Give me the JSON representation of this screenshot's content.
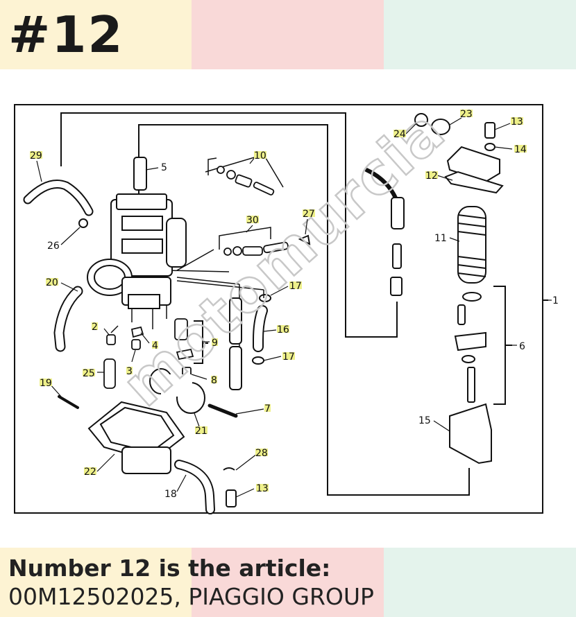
{
  "header": {
    "number": "#12"
  },
  "caption": {
    "line1": "Number 12 is the article:",
    "line2": "00M12502025, PIAGGIO GROUP"
  },
  "watermark": "motomurcia",
  "colors": {
    "yellow": "#fdf3d3",
    "pink": "#f9d9d8",
    "mint": "#e4f3ec",
    "label_highlight": "#eef08a"
  },
  "diagram": {
    "labels": [
      "1",
      "2",
      "3",
      "4",
      "5",
      "6",
      "7",
      "8",
      "9",
      "10",
      "11",
      "12",
      "13",
      "13",
      "14",
      "15",
      "16",
      "17",
      "17",
      "18",
      "19",
      "20",
      "21",
      "22",
      "23",
      "24",
      "25",
      "26",
      "27",
      "28",
      "29",
      "30"
    ]
  }
}
